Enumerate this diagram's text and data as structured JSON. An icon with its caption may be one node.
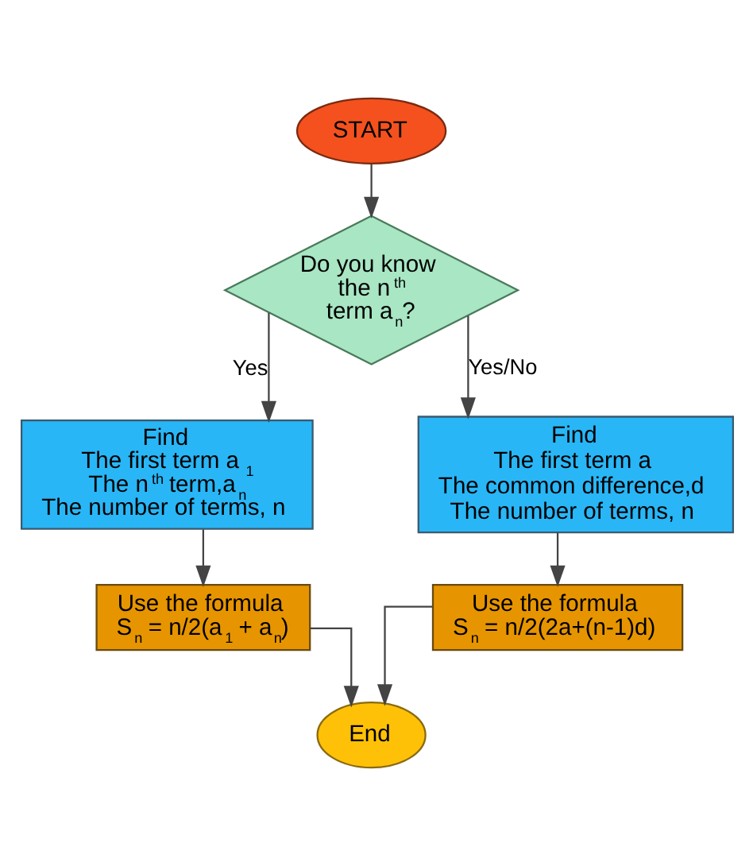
{
  "diagram": {
    "nodes": [
      {
        "text": [
          "START"
        ]
      },
      {
        "text": [
          "Do you know the n$^{th}$ term a$_{n}$?"
        ]
      },
      {
        "text": [
          "Find",
          "The first term a$_{1}$",
          "The n$^{th}$ term,a$_{n}$",
          "The number of terms, n"
        ]
      },
      {
        "text": [
          "Find",
          "The first term a",
          "The common difference,d",
          "The number of terms, n"
        ]
      },
      {
        "text": [
          "Use the formula",
          "S$_{n}$ = n/2(a$_{1}$ + a$_{n}$)"
        ]
      },
      {
        "text": [
          "Use the formula",
          "S$_{n}$ = n/2(2a+(n-1)d)"
        ]
      },
      {
        "text": [
          "End"
        ]
      }
    ],
    "edges": [
      {
        "from": 0,
        "to": 1,
        "arrow": "to"
      },
      {
        "from": 1,
        "to": 2,
        "arrow": "to",
        "label": "Yes"
      },
      {
        "from": 1,
        "to": 3,
        "arrow": "to",
        "label": "Yes/No"
      },
      {
        "from": 2,
        "to": 4,
        "arrow": "to"
      },
      {
        "from": 3,
        "to": 5,
        "arrow": "to"
      },
      {
        "from": 4,
        "to": 6,
        "arrow": "to"
      },
      {
        "from": 5,
        "to": 6,
        "arrow": "to"
      }
    ]
  }
}
